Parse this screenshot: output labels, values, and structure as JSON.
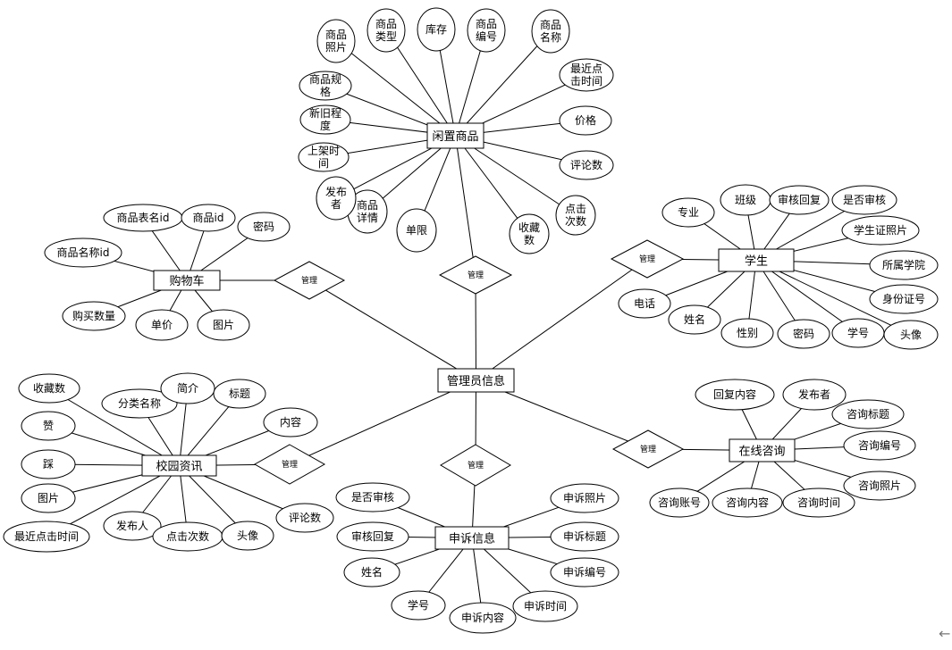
{
  "entities": [
    {
      "id": "idle",
      "label": "闲置商品"
    },
    {
      "id": "admin",
      "label": "管理员信息"
    },
    {
      "id": "cart",
      "label": "购物车"
    },
    {
      "id": "student",
      "label": "学生"
    },
    {
      "id": "news",
      "label": "校园资讯"
    },
    {
      "id": "consult",
      "label": "在线咨询"
    },
    {
      "id": "complaint",
      "label": "申诉信息"
    }
  ],
  "relations": [
    {
      "id": "r_idle",
      "label": "管理"
    },
    {
      "id": "r_cart",
      "label": "管理"
    },
    {
      "id": "r_student",
      "label": "管理"
    },
    {
      "id": "r_news",
      "label": "管理"
    },
    {
      "id": "r_consult",
      "label": "管理"
    },
    {
      "id": "r_complaint",
      "label": "管理"
    }
  ],
  "attributes": [
    {
      "id": "a1",
      "entity": "idle",
      "lines": [
        "商品",
        "照片"
      ]
    },
    {
      "id": "a2",
      "entity": "idle",
      "lines": [
        "商品",
        "类型"
      ]
    },
    {
      "id": "a3",
      "entity": "idle",
      "lines": [
        "库存"
      ]
    },
    {
      "id": "a4",
      "entity": "idle",
      "lines": [
        "商品",
        "编号"
      ]
    },
    {
      "id": "a5",
      "entity": "idle",
      "lines": [
        "商品",
        "名称"
      ]
    },
    {
      "id": "a6",
      "entity": "idle",
      "lines": [
        "最近点",
        "击时间"
      ]
    },
    {
      "id": "a7",
      "entity": "idle",
      "lines": [
        "价格"
      ]
    },
    {
      "id": "a8",
      "entity": "idle",
      "lines": [
        "评论数"
      ]
    },
    {
      "id": "a9",
      "entity": "idle",
      "lines": [
        "点击",
        "次数"
      ]
    },
    {
      "id": "a10",
      "entity": "idle",
      "lines": [
        "收藏",
        "数"
      ]
    },
    {
      "id": "a11",
      "entity": "idle",
      "lines": [
        "单限"
      ]
    },
    {
      "id": "a12",
      "entity": "idle",
      "lines": [
        "商品",
        "详情"
      ]
    },
    {
      "id": "a13",
      "entity": "idle",
      "lines": [
        "发布",
        "者"
      ]
    },
    {
      "id": "a14",
      "entity": "idle",
      "lines": [
        "上架时",
        "间"
      ]
    },
    {
      "id": "a15",
      "entity": "idle",
      "lines": [
        "新旧程",
        "度"
      ]
    },
    {
      "id": "a16",
      "entity": "idle",
      "lines": [
        "商品规",
        "格"
      ]
    },
    {
      "id": "b1",
      "entity": "cart",
      "lines": [
        "商品表名id"
      ]
    },
    {
      "id": "b2",
      "entity": "cart",
      "lines": [
        "商品id"
      ]
    },
    {
      "id": "b3",
      "entity": "cart",
      "lines": [
        "密码"
      ]
    },
    {
      "id": "b4",
      "entity": "cart",
      "lines": [
        "商品名称id"
      ]
    },
    {
      "id": "b5",
      "entity": "cart",
      "lines": [
        "购买数量"
      ]
    },
    {
      "id": "b6",
      "entity": "cart",
      "lines": [
        "单价"
      ]
    },
    {
      "id": "b7",
      "entity": "cart",
      "lines": [
        "图片"
      ]
    },
    {
      "id": "c1",
      "entity": "student",
      "lines": [
        "专业"
      ]
    },
    {
      "id": "c2",
      "entity": "student",
      "lines": [
        "班级"
      ]
    },
    {
      "id": "c3",
      "entity": "student",
      "lines": [
        "审核回复"
      ]
    },
    {
      "id": "c4",
      "entity": "student",
      "lines": [
        "是否审核"
      ]
    },
    {
      "id": "c5",
      "entity": "student",
      "lines": [
        "学生证照片"
      ]
    },
    {
      "id": "c6",
      "entity": "student",
      "lines": [
        "所属学院"
      ]
    },
    {
      "id": "c7",
      "entity": "student",
      "lines": [
        "身份证号"
      ]
    },
    {
      "id": "c8",
      "entity": "student",
      "lines": [
        "头像"
      ]
    },
    {
      "id": "c9",
      "entity": "student",
      "lines": [
        "学号"
      ]
    },
    {
      "id": "c10",
      "entity": "student",
      "lines": [
        "密码"
      ]
    },
    {
      "id": "c11",
      "entity": "student",
      "lines": [
        "性别"
      ]
    },
    {
      "id": "c12",
      "entity": "student",
      "lines": [
        "姓名"
      ]
    },
    {
      "id": "c13",
      "entity": "student",
      "lines": [
        "电话"
      ]
    },
    {
      "id": "d1",
      "entity": "news",
      "lines": [
        "收藏数"
      ]
    },
    {
      "id": "d2",
      "entity": "news",
      "lines": [
        "分类名称"
      ]
    },
    {
      "id": "d3",
      "entity": "news",
      "lines": [
        "简介"
      ]
    },
    {
      "id": "d4",
      "entity": "news",
      "lines": [
        "标题"
      ]
    },
    {
      "id": "d5",
      "entity": "news",
      "lines": [
        "内容"
      ]
    },
    {
      "id": "d6",
      "entity": "news",
      "lines": [
        "赞"
      ]
    },
    {
      "id": "d7",
      "entity": "news",
      "lines": [
        "踩"
      ]
    },
    {
      "id": "d8",
      "entity": "news",
      "lines": [
        "图片"
      ]
    },
    {
      "id": "d9",
      "entity": "news",
      "lines": [
        "最近点击时间"
      ]
    },
    {
      "id": "d10",
      "entity": "news",
      "lines": [
        "发布人"
      ]
    },
    {
      "id": "d11",
      "entity": "news",
      "lines": [
        "点击次数"
      ]
    },
    {
      "id": "d12",
      "entity": "news",
      "lines": [
        "头像"
      ]
    },
    {
      "id": "d13",
      "entity": "news",
      "lines": [
        "评论数"
      ]
    },
    {
      "id": "e1",
      "entity": "consult",
      "lines": [
        "回复内容"
      ]
    },
    {
      "id": "e2",
      "entity": "consult",
      "lines": [
        "发布者"
      ]
    },
    {
      "id": "e3",
      "entity": "consult",
      "lines": [
        "咨询标题"
      ]
    },
    {
      "id": "e4",
      "entity": "consult",
      "lines": [
        "咨询编号"
      ]
    },
    {
      "id": "e5",
      "entity": "consult",
      "lines": [
        "咨询照片"
      ]
    },
    {
      "id": "e6",
      "entity": "consult",
      "lines": [
        "咨询时间"
      ]
    },
    {
      "id": "e7",
      "entity": "consult",
      "lines": [
        "咨询内容"
      ]
    },
    {
      "id": "e8",
      "entity": "consult",
      "lines": [
        "咨询账号"
      ]
    },
    {
      "id": "f1",
      "entity": "complaint",
      "lines": [
        "是否审核"
      ]
    },
    {
      "id": "f2",
      "entity": "complaint",
      "lines": [
        "审核回复"
      ]
    },
    {
      "id": "f3",
      "entity": "complaint",
      "lines": [
        "姓名"
      ]
    },
    {
      "id": "f4",
      "entity": "complaint",
      "lines": [
        "学号"
      ]
    },
    {
      "id": "f5",
      "entity": "complaint",
      "lines": [
        "申诉内容"
      ]
    },
    {
      "id": "f6",
      "entity": "complaint",
      "lines": [
        "申诉时间"
      ]
    },
    {
      "id": "f7",
      "entity": "complaint",
      "lines": [
        "申诉编号"
      ]
    },
    {
      "id": "f8",
      "entity": "complaint",
      "lines": [
        "申诉标题"
      ]
    },
    {
      "id": "f9",
      "entity": "complaint",
      "lines": [
        "申诉照片"
      ]
    }
  ],
  "links": [
    [
      "admin",
      "r_idle"
    ],
    [
      "r_idle",
      "idle"
    ],
    [
      "admin",
      "r_cart"
    ],
    [
      "r_cart",
      "cart"
    ],
    [
      "admin",
      "r_student"
    ],
    [
      "r_student",
      "student"
    ],
    [
      "admin",
      "r_news"
    ],
    [
      "r_news",
      "news"
    ],
    [
      "admin",
      "r_consult"
    ],
    [
      "r_consult",
      "consult"
    ],
    [
      "admin",
      "r_complaint"
    ],
    [
      "r_complaint",
      "complaint"
    ]
  ],
  "ui": {
    "back_icon": "arrow-left-icon",
    "back_glyph": "←"
  }
}
